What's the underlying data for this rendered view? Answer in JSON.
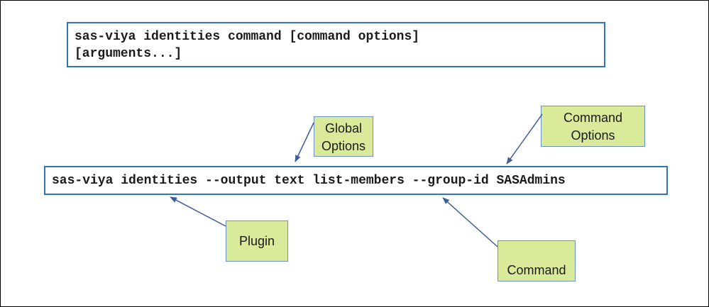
{
  "syntax": {
    "line1": "sas-viya identities command [command options]",
    "line2": "[arguments...]"
  },
  "example": {
    "command": "sas-viya identities --output text list-members --group-id SASAdmins"
  },
  "callouts": {
    "global_options": [
      "Global",
      "Options"
    ],
    "command_options": [
      "Command",
      "Options"
    ],
    "plugin": [
      "Plugin"
    ],
    "command": [
      "Command"
    ]
  },
  "colors": {
    "box_border": "#2E75B6",
    "callout_fill": "#D9EA9A",
    "callout_border": "#6E8FC3",
    "arrow": "#3F5D9B"
  }
}
